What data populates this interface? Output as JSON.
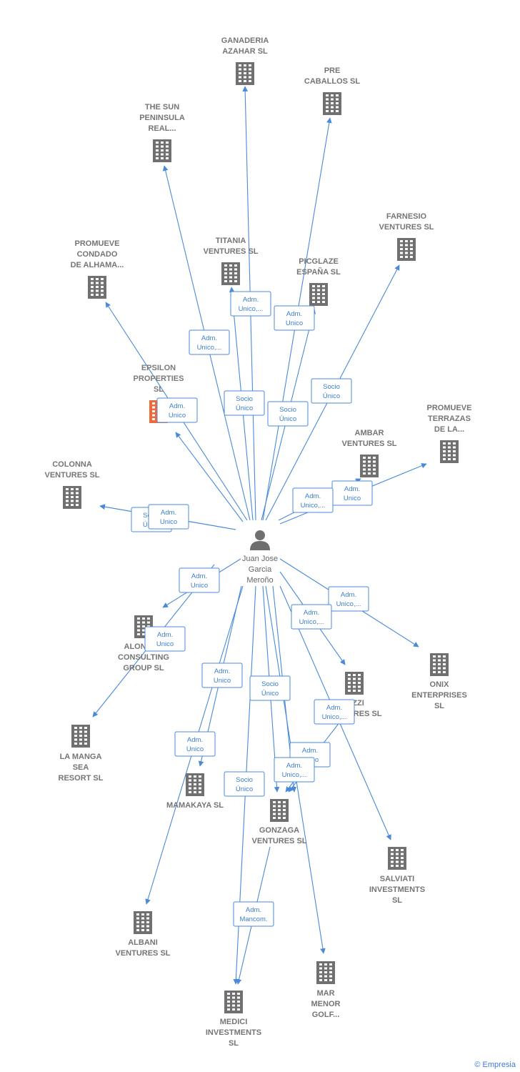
{
  "center": {
    "id": "jjgm",
    "label": [
      "Juan Jose",
      "Garcia",
      "Meroño"
    ]
  },
  "companies": [
    {
      "id": "ganaderia",
      "label": [
        "GANADERIA",
        "AZAHAR SL"
      ]
    },
    {
      "id": "precaballos",
      "label": [
        "PRE",
        "CABALLOS  SL"
      ]
    },
    {
      "id": "thesun",
      "label": [
        "THE SUN",
        "PENINSULA",
        "REAL..."
      ]
    },
    {
      "id": "farnesio",
      "label": [
        "FARNESIO",
        "VENTURES  SL"
      ]
    },
    {
      "id": "titania",
      "label": [
        "TITANIA",
        "VENTURES  SL"
      ]
    },
    {
      "id": "picglaze",
      "label": [
        "PICGLAZE",
        "ESPAÑA  SL"
      ]
    },
    {
      "id": "promuevecondado",
      "label": [
        "PROMUEVE",
        "CONDADO",
        "DE ALHAMA..."
      ]
    },
    {
      "id": "epsilon",
      "label": [
        "EPSILON",
        "PROPERTIES",
        "SL"
      ],
      "highlight": true
    },
    {
      "id": "promueveterrazas",
      "label": [
        "PROMUEVE",
        "TERRAZAS",
        "DE LA..."
      ]
    },
    {
      "id": "ambar",
      "label": [
        "AMBAR",
        "VENTURES  SL"
      ]
    },
    {
      "id": "colonna",
      "label": [
        "COLONNA",
        "VENTURES  SL"
      ]
    },
    {
      "id": "alondra",
      "label": [
        "ALONDRA",
        "CONSULTING",
        "GROUP  SL"
      ]
    },
    {
      "id": "onix",
      "label": [
        "ONIX",
        "ENTERPRISES",
        "SL"
      ]
    },
    {
      "id": "rizzi",
      "label": [
        "RIZZI",
        "VENTURES  SL"
      ]
    },
    {
      "id": "lamanga",
      "label": [
        "LA MANGA",
        "SEA",
        "RESORT SL"
      ]
    },
    {
      "id": "mamakaya",
      "label": [
        "MAMAKAYA  SL"
      ]
    },
    {
      "id": "gonzaga",
      "label": [
        "GONZAGA",
        "VENTURES  SL"
      ]
    },
    {
      "id": "salviati",
      "label": [
        "SALVIATI",
        "INVESTMENTS",
        "SL"
      ]
    },
    {
      "id": "albani",
      "label": [
        "ALBANI",
        "VENTURES  SL"
      ]
    },
    {
      "id": "marmenor",
      "label": [
        "MAR",
        "MENOR",
        "GOLF..."
      ]
    },
    {
      "id": "medici",
      "label": [
        "MEDICI",
        "INVESTMENTS",
        "SL"
      ]
    }
  ],
  "edges": [
    {
      "to": "ganaderia",
      "label": [
        "Socio",
        "Único"
      ]
    },
    {
      "to": "precaballos",
      "label": [
        "Socio",
        "Único"
      ]
    },
    {
      "to": "thesun",
      "label": [
        "Adm.",
        "Unico,..."
      ]
    },
    {
      "to": "farnesio",
      "label": [
        "Socio",
        "Único"
      ]
    },
    {
      "to": "titania",
      "label": [
        "Adm.",
        "Unico,..."
      ]
    },
    {
      "to": "picglaze",
      "label": [
        "Adm.",
        "Unico"
      ]
    },
    {
      "to": "promuevecondado",
      "label": [
        "Adm.",
        "Unico"
      ]
    },
    {
      "to": "epsilon",
      "label": [
        "Adm.",
        "Unico"
      ]
    },
    {
      "to": "promueveterrazas",
      "label": [
        "Adm.",
        "Unico"
      ]
    },
    {
      "to": "ambar",
      "label": [
        "Adm.",
        "Unico,..."
      ]
    },
    {
      "to": "colonna",
      "label": [
        "Socio",
        "Único"
      ]
    },
    {
      "to": "colonna",
      "label": [
        "Adm.",
        "Unico"
      ]
    },
    {
      "to": "alondra",
      "label": [
        "Adm.",
        "Unico"
      ]
    },
    {
      "to": "onix",
      "label": [
        "Adm.",
        "Unico,..."
      ]
    },
    {
      "to": "rizzi",
      "label": [
        "Adm.",
        "Unico,..."
      ]
    },
    {
      "to": "lamanga",
      "label": [
        "Adm.",
        "Unico"
      ]
    },
    {
      "to": "mamakaya",
      "label": [
        "Adm.",
        "Unico"
      ]
    },
    {
      "to": "gonzaga",
      "label": [
        "Socio",
        "Único"
      ]
    },
    {
      "to": "gonzaga",
      "label": [
        "Adm.",
        "Unico,..."
      ]
    },
    {
      "to": "gonzaga",
      "label": [
        "Adm.",
        "Unico"
      ]
    },
    {
      "to": "gonzaga",
      "label": [
        "Adm.",
        "Unico,..."
      ]
    },
    {
      "to": "albani",
      "label": [
        "Adm.",
        "Unico"
      ]
    },
    {
      "to": "salviati",
      "label": [
        "Adm.",
        "Unico,..."
      ]
    },
    {
      "to": "medici",
      "label": [
        "Socio",
        "Único"
      ]
    },
    {
      "to": "medici",
      "label": [
        "Adm.",
        "Mancom."
      ]
    },
    {
      "to": "marmenor",
      "label": [
        "Adm.",
        "Unico"
      ]
    }
  ],
  "watermark": "© Empresia"
}
